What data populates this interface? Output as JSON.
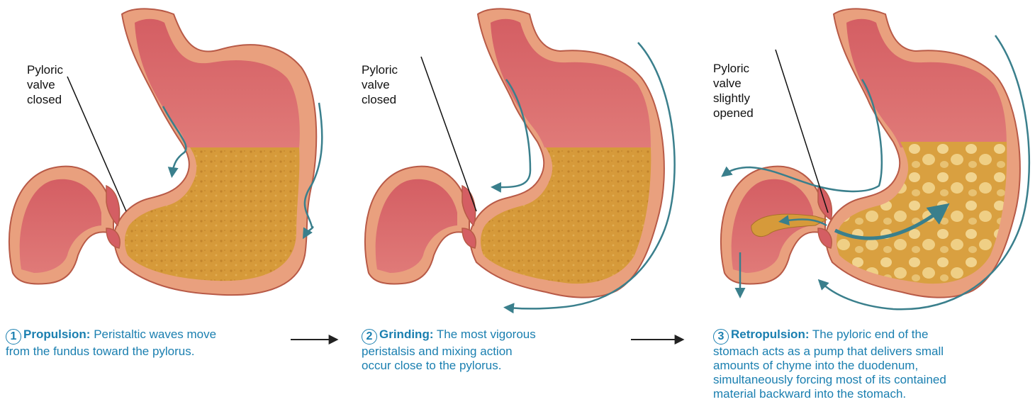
{
  "colors": {
    "wall": "#e9a07e",
    "wall_outline": "#b85a47",
    "mucosa": "#d9676a",
    "chyme": "#d69a3a",
    "arrow": "#3a7f8c",
    "caption": "#1a7fb0",
    "text": "#111111"
  },
  "panels": [
    {
      "label_lines": [
        "Pyloric",
        "valve",
        "closed"
      ],
      "step": "1",
      "title": "Propulsion:",
      "caption_lines": [
        "Peristaltic waves move",
        "from the fundus toward the pylorus."
      ]
    },
    {
      "label_lines": [
        "Pyloric",
        "valve",
        "closed"
      ],
      "step": "2",
      "title": "Grinding:",
      "caption_lines": [
        "The most vigorous",
        "peristalsis and mixing action",
        "occur close to the pylorus."
      ]
    },
    {
      "label_lines": [
        "Pyloric",
        "valve",
        "slightly",
        "opened"
      ],
      "step": "3",
      "title": "Retropulsion:",
      "caption_lines": [
        "The pyloric end of the",
        "stomach acts as a pump that delivers small",
        "amounts of chyme into the duodenum,",
        "simultaneously forcing most of its contained",
        "material backward into the stomach."
      ]
    }
  ]
}
